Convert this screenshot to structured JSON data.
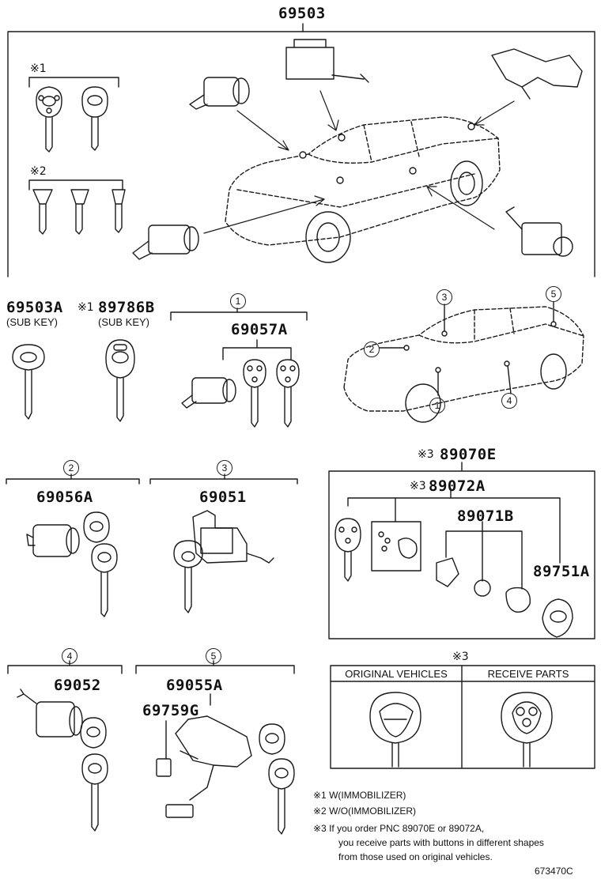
{
  "main_pn": "69503",
  "note_mark_1": "※1",
  "note_mark_2": "※2",
  "note_mark_3": "※3",
  "subkey_a": {
    "pn": "69503A",
    "label": "(SUB KEY)"
  },
  "subkey_b": {
    "mark": "※1",
    "pn": "89786B",
    "label": "(SUB KEY)"
  },
  "callouts": {
    "c1": "1",
    "c2": "2",
    "c3": "3",
    "c4": "4",
    "c5": "5"
  },
  "group1": {
    "pn": "69057A"
  },
  "group2": {
    "pn": "69056A"
  },
  "group3": {
    "pn": "69051"
  },
  "group4": {
    "pn": "69052"
  },
  "group5": {
    "pn": "69055A",
    "sub_pn": "69759G"
  },
  "transmitter": {
    "mark": "※3",
    "pn": "89070E",
    "sub_mark": "※3",
    "sub_pn": "89072A",
    "battery_pn": "89071B",
    "case_pn": "89751A"
  },
  "comparison": {
    "mark": "※3",
    "col1": "ORIGINAL VEHICLES",
    "col2": "RECEIVE PARTS"
  },
  "notes": {
    "n1": "※1 W(IMMOBILIZER)",
    "n2": "※2 W/O(IMMOBILIZER)",
    "n3_line1": "※3  If you order PNC 89070E or 89072A,",
    "n3_line2": "you receive parts with buttons in different shapes",
    "n3_line3": "from those used on original vehicles."
  },
  "figure_id": "673470C"
}
